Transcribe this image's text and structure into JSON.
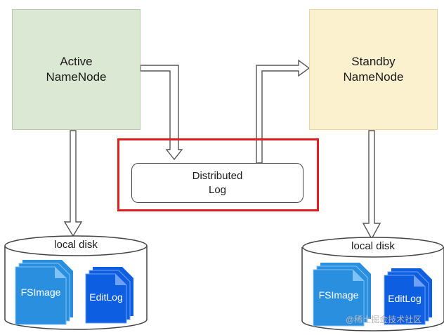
{
  "active_node": {
    "line1": "Active",
    "line2": "NameNode"
  },
  "standby_node": {
    "line1": "Standby",
    "line2": "NameNode"
  },
  "distributed_log": {
    "line1": "Distributed",
    "line2": "Log"
  },
  "left_disk": {
    "label": "local disk",
    "fsimage": "FSImage",
    "editlog": "EditLog"
  },
  "right_disk": {
    "label": "local disk",
    "fsimage": "FSImage",
    "editlog": "EditLog"
  },
  "watermark": "@稀土掘金技术社区",
  "colors": {
    "active_fill": "#dbe8d3",
    "standby_fill": "#fbf1cf",
    "highlight_border": "#e01e1e",
    "fsimage_blue": "#2b8fe0",
    "editlog_blue": "#0d5ee0"
  }
}
